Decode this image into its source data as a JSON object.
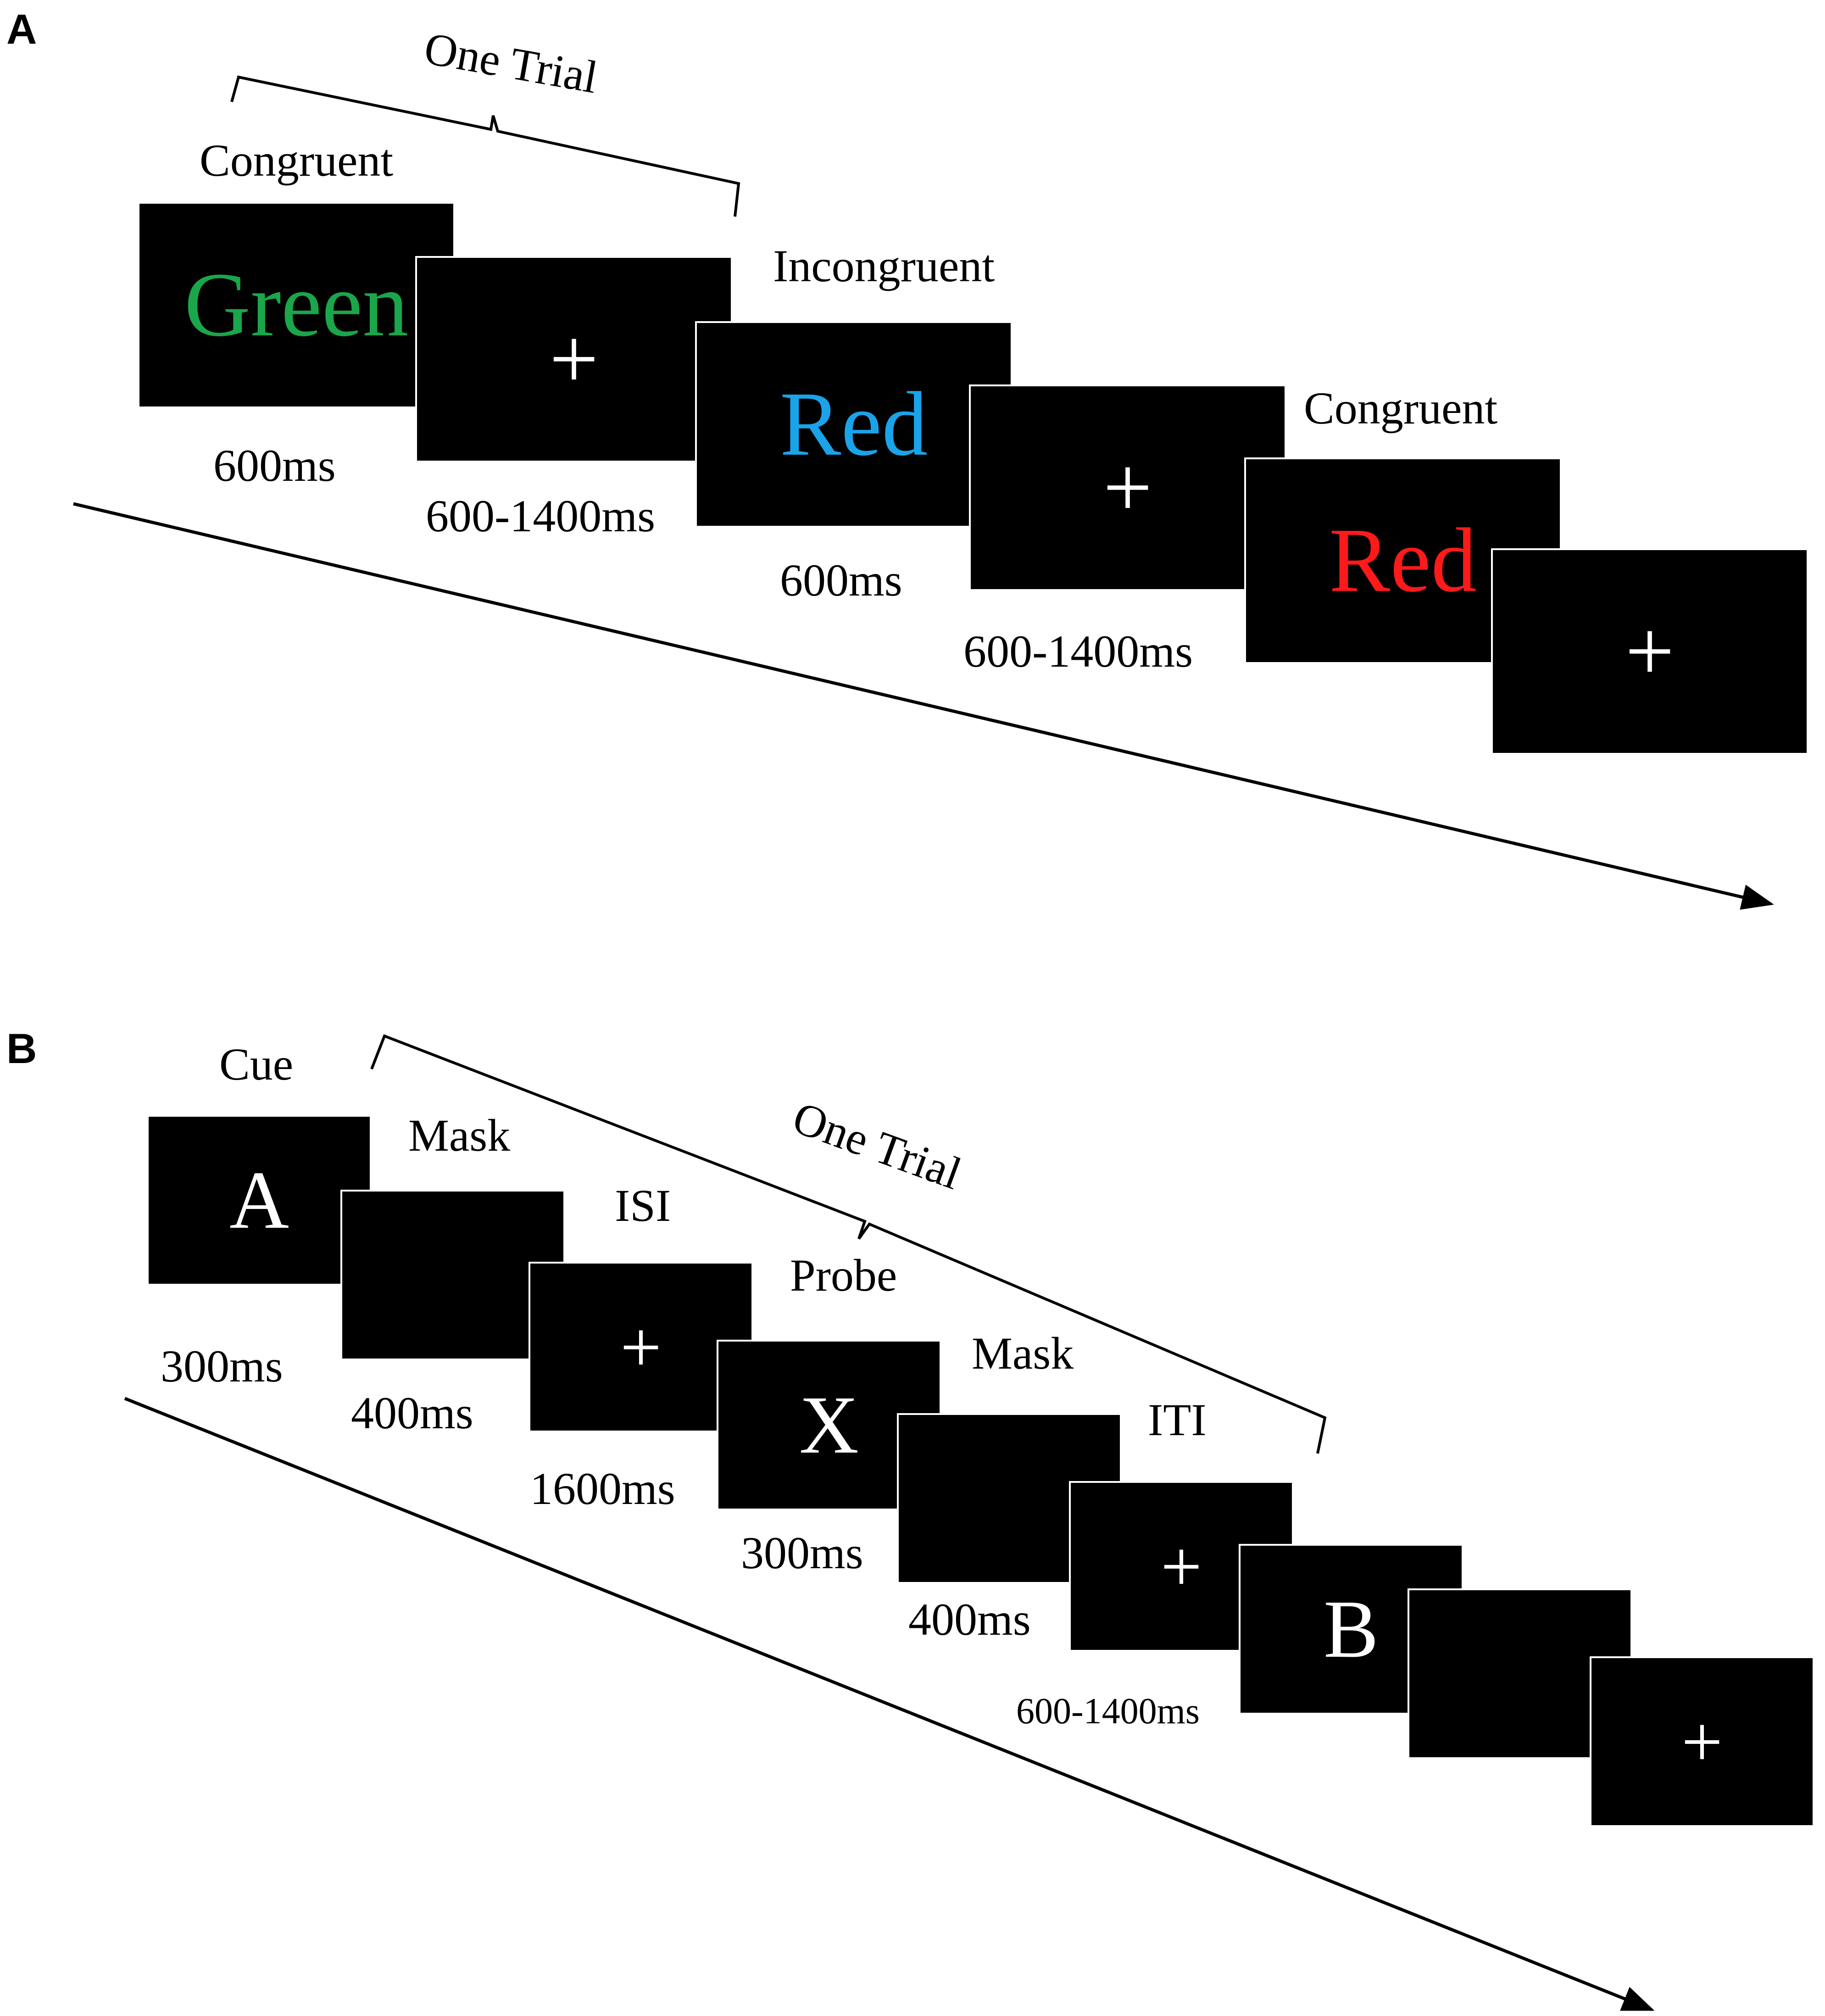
{
  "panels": {
    "a": {
      "letter": "A",
      "trial_label": "One Trial",
      "screens": [
        {
          "stimulus": "Green",
          "color": "#1aa64a"
        },
        {
          "stimulus": "+",
          "color": "#ffffff"
        },
        {
          "stimulus": "Red",
          "color": "#1aa3e8"
        },
        {
          "stimulus": "+",
          "color": "#ffffff"
        },
        {
          "stimulus": "Red",
          "color": "#ff1a1a"
        },
        {
          "stimulus": "+",
          "color": "#ffffff"
        }
      ],
      "labels": [
        "Congruent",
        "600ms",
        "600-1400ms",
        "Incongruent",
        "600ms",
        "Congruent",
        "600-1400ms"
      ]
    },
    "b": {
      "letter": "B",
      "trial_label": "One Trial",
      "screens": [
        {
          "stimulus": "A",
          "color": "#ffffff"
        },
        {
          "stimulus": "",
          "color": "#ffffff"
        },
        {
          "stimulus": "+",
          "color": "#ffffff"
        },
        {
          "stimulus": "X",
          "color": "#ffffff"
        },
        {
          "stimulus": "",
          "color": "#ffffff"
        },
        {
          "stimulus": "+",
          "color": "#ffffff"
        },
        {
          "stimulus": "B",
          "color": "#ffffff"
        },
        {
          "stimulus": "",
          "color": "#ffffff"
        },
        {
          "stimulus": "+",
          "color": "#ffffff"
        }
      ],
      "labels": [
        "Cue",
        "300ms",
        "Mask",
        "400ms",
        "ISI",
        "1600ms",
        "Probe",
        "300ms",
        "Mask",
        "400ms",
        "ITI",
        "600-1400ms"
      ]
    }
  }
}
